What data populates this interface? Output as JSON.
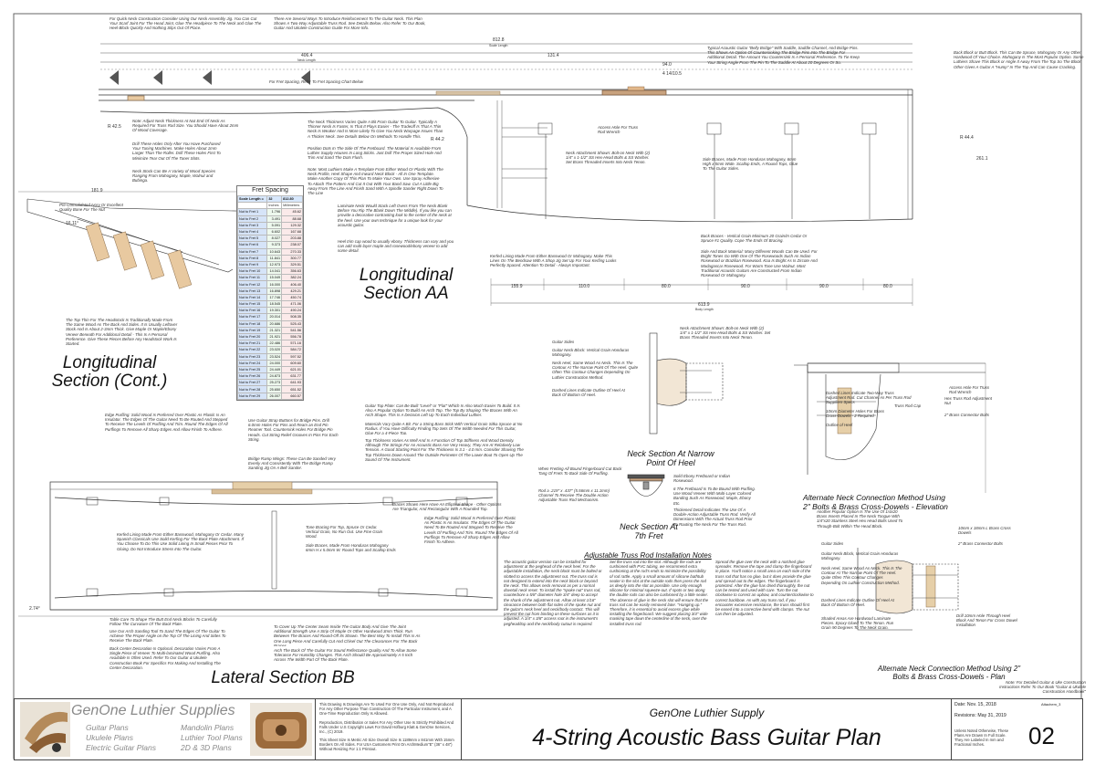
{
  "titles": {
    "longitudinal_aa": "Longitudinal Section AA",
    "longitudinal_cont": "Longitudinal Section (Cont.)",
    "lateral_bb": "Lateral Section BB",
    "neck_narrow": "Neck Section At Narrow Point Of Heel",
    "neck_7th": "Neck Section At 7th Fret",
    "alt_elev": "Alternate Neck Connection Method Using 2\" Bolts & Brass Cross-Dowels - Elevation",
    "alt_plan": "Alternate Neck Connection Method Using 2\" Bolts & Brass Cross-Dowels - Plan",
    "truss_heading": "Adjustable Truss Rod Installation Notes"
  },
  "fret_table": {
    "title": "Fret Spacing",
    "scale_label": "Scale Length =",
    "scale_in": "32",
    "scale_mm": "812.80",
    "units": [
      "Inches",
      "Millimeters"
    ],
    "rows": [
      [
        "Nut to Fret 1",
        "1.796",
        "45.62"
      ],
      [
        "Nut to Fret 2",
        "3.491",
        "88.68"
      ],
      [
        "Nut to Fret 3",
        "5.091",
        "129.32"
      ],
      [
        "Nut to Fret 4",
        "6.602",
        "167.68"
      ],
      [
        "Nut to Fret 5",
        "8.027",
        "203.88"
      ],
      [
        "Nut to Fret 6",
        "9.373",
        "238.07"
      ],
      [
        "Nut to Fret 7",
        "10.643",
        "270.33"
      ],
      [
        "Nut to Fret 8",
        "11.841",
        "300.77"
      ],
      [
        "Nut to Fret 9",
        "12.973",
        "329.51"
      ],
      [
        "Nut to Fret 10",
        "14.041",
        "356.63"
      ],
      [
        "Nut to Fret 11",
        "15.049",
        "382.24"
      ],
      [
        "Nut to Fret 12",
        "16.000",
        "406.40"
      ],
      [
        "Nut to Fret 13",
        "16.898",
        "429.21"
      ],
      [
        "Nut to Fret 14",
        "17.746",
        "450.74"
      ],
      [
        "Nut to Fret 15",
        "18.545",
        "471.06"
      ],
      [
        "Nut to Fret 16",
        "19.301",
        "490.24"
      ],
      [
        "Nut to Fret 17",
        "20.014",
        "508.35"
      ],
      [
        "Nut to Fret 18",
        "20.686",
        "525.43"
      ],
      [
        "Nut to Fret 19",
        "21.321",
        "541.56"
      ],
      [
        "Nut to Fret 20",
        "21.921",
        "556.78"
      ],
      [
        "Nut to Fret 21",
        "22.486",
        "571.16"
      ],
      [
        "Nut to Fret 22",
        "23.020",
        "584.72"
      ],
      [
        "Nut to Fret 23",
        "23.524",
        "597.52"
      ],
      [
        "Nut to Fret 24",
        "24.000",
        "609.60"
      ],
      [
        "Nut to Fret 25",
        "24.449",
        "621.01"
      ],
      [
        "Nut to Fret 26",
        "24.873",
        "631.77"
      ],
      [
        "Nut to Fret 27",
        "25.273",
        "641.93"
      ],
      [
        "Nut to Fret 28",
        "25.650",
        "651.52"
      ],
      [
        "Nut to Fret 29",
        "26.007",
        "660.57"
      ]
    ]
  },
  "dimensions": {
    "top_overall": "812.8",
    "top_overall_sub": "Scale Length",
    "top_neck": "406.4",
    "top_neck_sub": "Neck Length",
    "top_body": "131.4",
    "dim_94": "94.0",
    "dim_4_14": "4 14/10.5",
    "r_42_5": "R 42.5",
    "r_44_2": "R 44.2",
    "r_44_4": "R 44.4",
    "dim_261": "261.1",
    "dim_181": "181.9",
    "dim_16_11": "16.11°",
    "dim_2_74": "2.74°",
    "bottom_dims": [
      "155.9",
      "110.0",
      "80.0",
      "90.0",
      "90.0",
      "80.0"
    ],
    "bottom_total": "613.9",
    "bottom_total_sub": "Body Length"
  },
  "notes": {
    "n_headstock": "For Quick Neck Construction Consider Using Our Neck Assembly Jig. You Can Cut Your Scarf Joint For The Head Joint, Glue The Headpiece To The Neck and Glue The Heel-Block Quickly And Nothing Slips Out Of Place.",
    "n_reinforce": "There Are Several Ways To Introduce Reinforcement To The Guitar Neck. This Plan Shows A Two-Way Adjustable Truss Rod. See Details Below. Also Refer To Our Book, Guitar And Ukulele Construction Guide For More Info.",
    "n_fret_line": "For Fret Spacing, Refer To Fret Spacing Chart Below",
    "n_bridge": "Typical Acoustic Guitar \"Belly Bridge\" With Saddle, Saddle Channel, And Bridge Pins. This Shows An Option Of Countersinking The Bridge Pins Into The Bridge For Additional Detail. The Amount You Countersink Is A Personal Preference. To Tie Keep Your String Angle From The Pin To The Saddle At About 20 Degrees Or So.",
    "n_backblock": "Back Block or Butt Block. This Can Be Spruce, Mahogany Or Any Other Hardwood Of Your Choice. Mahogany Is The Most Popular Option. Some Luthiers Shave This Block or Angle It Away From The Top So The Block Other Gives A Guitar A \"Hump\" In The Top And Can Cause Cracking.",
    "n_truss_end": "Note: Adjust Neck Thickness At Nut End Of Neck As Required For Truss Rod Size. You Should Have About 2mm Of Wood Coverage.",
    "n_holes": "Drill These Holes Only After You Have Purchased Your Tuning Machines. Make Holes About 1mm Larger Than The Roller. Drill These Holes First To Minimize Tear Out Of The Tuner Slots.",
    "n_neck_stock": "Neck Stock Can Be A Variety of Wood Species Ranging From Mahogany, Maple, Walnut and Bubinga.",
    "n_neck_thickness": "The Neck Thickness Varies Quite A Bit From Guitar To Guitar. Typically A Thinner Neck Is Faster, Is That It Plays Easier - The Tradeoff Is That A Thin Neck Is Weaker And Is More Likely To Give You Neck Warpage Issues Than A Thicker Neck. See Details Below On Methods To Handle This.",
    "n_position_dots": "Position Dots In The Side Of The Fretboard. The Material Is Available From Luthier Supply Houses In Long Sticks. Just Drill The Proper Sized Hole And Trim And Sand The Dots Flush.",
    "n_template": "Note: Most Luthiers Make A Template From Either Wood Or Plastic With The Neck Profile, Heel Shape And Inward Neck Block - All In One Template. Make Another Copy Of This Plan To Make Your Own. Use Spray Adhesive To Attach The Pattern And Cut It Out With Your Band Saw. Cut A Little Big Away From The Line And Finish Sand With A Spindle Sander Right Down To The Line",
    "n_access": "Access Hole For Truss Rod Wrench",
    "n_neck_attach": "Neck Attachment Shown: Bolt-on Neck With (2) 1/4\" x 1-1/2\" SS Hex-Head Bolts & SS Washer. Set Brass Threaded Inserts Into Neck Tenon.",
    "n_laminate": "Laminate Neck Would Stack Left Overs From The Neck Blank Before You Rip The Blank Down The Middle). If you like you can provide a decorative contrasting look to the center of the neck at the heel. Use your own technique for a unique look for your acoustic guitar.",
    "n_heel_cap": "Heel trim cap wood to usually ebony. Thickness can vary and you can add multi-layer maple and rosewood/ebony veneer to add some detail.",
    "n_kerfed": "Kerfed Lining Made From Either Basswood Or Mahogany. Make This Lines On The Bendsaw With A Shop Jig Set Up For Your Kerfing Looks Perfectly Spaced. Attention To Detail - Always Important.",
    "n_side_braces": "Side Braces, Made From Honduras Mahogany, 6mm High x 5mm Wide. Scallop Ends, A Round Tops, Glue To The Guitar Sides.",
    "n_back_braces": "Back Braces - Vertical Grain Minimum 20 Grain/In Cedar Or Spruce #1 Quality. Cope The Ends Of Bracing.",
    "n_sides": "Side And Back Material: Many Different Woods Can Be Used. For Bright Tones Go With One Of The Rosewoods Such As Indian Rosewood or Brazilian Rosewood. Koa Is Bright As Is Zircote And Madagascar Rosewood. For Warm Tone Use Walnut. Most Traditional Acoustic Guitars Are Constructed From Indian Rosewood Or Mahogany.",
    "n_bone": "Pre-Consolidated Ivory Or Excellent Quality Bone For The Nut",
    "n_top_thin": "The Top Thin For The Headstock Is Traditionally Made From The Same Wood As The Back And Sides. It Is Usually Leftover Stock And Is About 2-3mm Thick. Give Maple Or Maple/Ebony Veneer Beneath For Additional Detail - This Is A Personal Preference. Give These Pieces Before Any Headstock Work Is Started.",
    "n_guitar_sides": "Guitar Sides",
    "n_guitar_neck_block": "Guitar Neck Block: Vertical Grain Honduras Mahogany.",
    "n_neck_heel": "Neck Heel, Same Wood As Neck. This Is The Contour At The Narrow Point Of The Heel. Quite Often This Contour Changes Depending On Luthier Construction Method.",
    "n_dashed_outline": "Dashed Lines Indicate Outline Of Heel At Back Of Bottom Of Heel.",
    "n_edge_purfling": "Edge Purfling: Solid Wood Is Preferred Over Plastic As Plastic Is An Insulator. The Edges Of The Guitar Need To Be Routed And Stepped To Receive The Levels Of Purfling And Trim. Round The Edges Of All Purflings To Remove All Sharp Edges And Allow Finish To Adhere.",
    "n_spruce_strips": "Use Guitar Strap Buttons for Bridge Pins. Drill 6.0mm Holes For Pins and Ream an End Pin Reamer Tool. Countersink Holes For Bridge Pin Heads. Cut String Relief Grooves In Pins For Each String.",
    "n_bridge_ramp": "Bridge Ramp Wings: These Can Be Sanded Very Evenly And Consistently With The Bridge Ramp Sanding Jig On A Belt Sander.",
    "n_guitar_top": "Guitar Top Plate: Can Be Built \"Level\" or \"Flat\" Which Is Also Much Easier To Build. It Is Also A Popular Option To Build An Arch Top. The Top By Shaping The Braces With An Arch Shape. This Is A Decision Left Up To Each Individual Luthier.",
    "n_materials": "Materials Vary Quite A Bit. For a String Bass Stick With Vertical Grain Sitka Spruce at No Radius. If You Have Difficulty Finding Top Sets Of The Width Needed For This Guitar, Glue For a 4-Piece Top.",
    "n_top_thickness": "Top Thickness Varies As Well And Is A Function Of Top Stiffness And Wood Density. Although The Strings For An Acoustic Bass Are Very Heavy, They Are At Relatively Low Tension. A Good Starting Point For The Thickness Is 3.1 - 4.0 mm. Consider Shaving The Top Thickness Down Around The Outside Perimeter Of The Lower Bout To Open Up The Sound Of The Instrument.",
    "n_tone_bracing": "Tone Bracing For Top, Spruce Or Cedar. Vertical Grain, No Run Out. Use Fine Grain Wood.",
    "n_side_braces2": "Side Braces, Made From Honduras Mahogany 6mm H x 5.0mm W. Round Tops and Scallop Ends",
    "n_braces_shown": "Braces Shown Here Have An Elliptical Shape - Other Options Are Triangular, And Rectangular With A Rounded Top.",
    "n_kerfed_lining2": "Kerfed Lining Made From Either Basswood, Mahogany Or Cedar. Many Spanish Classicals Use Solid Kerfing For The Back Plate Attachment. If You Choose To Do This Use Solid Lining In Small Pieces Prior To Gluing. Do Not Introduce Stress Into The Guitar.",
    "n_edge_purfling2": "Edge Purfling: Solid Wood Is Preferred Over Plastic As Plastic Is An Insulator. The Edges Of The Guitar Need To Be Routed And Stepped To Receive The Levels Of Purfling And Trim. Round The Edges Of All Purflings To Remove All Sharp Edges And Allow Finish To Adhere.",
    "n_fretboard": "When Fretting All Bound Fingerboard Cut Back Tang Of Frets To Back Side Of Purfling.",
    "n_rod": "Rod a .219\" x .437\" (5.56mm x 11.1mm) Channel To Receive The Double Action Adjustable Truss Rod Mechanism.",
    "n_ebony": "Solid Ebony Fretboard or Indian Rosewood.",
    "n_fretboard_bind": "6 The Fretboard Is To Be Bound With Purfling. Use Wood Veneer With Multi-Layer Colored Banding Such As Rosewood, Maple, Ebony Etc.",
    "n_thick_detail": "Thickened Detail Indicates The Use Of A Double-Action Adjustable Truss Rod. Verify All Dimensions With The Actual Truss Rod Prior To Routing The Neck For The Truss Rod.",
    "n_truss_body1": "The acoustic guitar version can be installed for adjustment at the peghead of the neck heel. For the adjustable installation, the neck block must be bolted or slotted to access the adjustment nut. The truss rod is not designed to extend into the neck block or beyond the neck. This allows neck removal as per a normal dovetail neck reset. To install the \"spoke nut\" truss rod, counterbore a 5/8\" diameter hole 3/4\" deep to accept the shank of the adjustment nut. Allow at least 1/16\" clearance between both flat sides of the spoke nut and the guitar's neck heel and neck/body contact. This will prevent the nut from binding on these surfaces as it is adjusted. A 1/4\" x 3/8\" access root in the instrument's peghead/top and the neck/body cutout is required.",
    "n_truss_body2": "Set the truss rod into the slot. Although the rods are cushioned with PVC tubing, we recommend extra cushioning at the rod's ends to minimize the possibility of rod rattle. Apply a small amount of silicone bathtub sealer in the slot at the outside rods then press the rod as deeply into the slot as possible. Use only enough silicone for minimal squeeze-out. If spots or two along the double rods can also be cushioned by a little sealer. The absence of glue in the neck slot will ensure that the truss rod can be easily removed later. \"Hanging up.\" Therefore, it is essential to avoid excess glue while installing the fingerboard. We suggest placing 3/4\" wide masking tape down the centerline of the neck, over the installed truss rod.",
    "n_truss_body3": "Spread the glue over the neck with a notched glue spreader. Remove the tape and clamp the fingerboard in place. You'll notice a small area on each side of the truss rod that has no glue, but it does provide the glue and spread out to the edges. The fingerboard is protected. After the glue has dried thoroughly, the nut can be tested and used with care. Turn the nut clockwise to correct an upbow, and counterclockwise to correct backbow. As with any truss rod, if you encounter excessive resistance, the truss should first be eased into a corrective bend with clamps. The nut can then be adjusted.",
    "n_alt_access": "Access Hole For Truss Rod Wrench",
    "n_hex": "Hex Truss Rod Adjustment Nut",
    "n_truss_rod_cap": "Truss Rod Cap",
    "n_10mm": "10mm Diameter Holes For Brass Cross-Dowels - 2 Required",
    "n_2in_bolts": "2\" Brass Connector Bolts",
    "n_outline_heel": "Outline of Heel",
    "n_dashed_lines": "Dashed Lines Indicate Two-Way Truss Adjustment Rod. Cut Channel As Per Truss Rod Suppliers Specs",
    "n_alt_another": "Another Popular Option Is The Use Of 1/4x20 Brass Inserts Placed In The Neck Tongue With 1/4\"x20 Stainless Steel Hex Head Bolts Used To Through-Bolt Within The Head Block.",
    "n_10mm_dowel": "10mm x 18mm L Brass Cross Dowels",
    "n_2in_bolts2": "2\" Brass Connector Bolts",
    "n_sides2": "Guitar Sides",
    "n_neck_block2": "Guitar Neck Block, Vertical Grain Honduras Mahogany.",
    "n_heel2": "Neck Heel, Same Wood As Neck. This Is The Contour At The Narrow Point Of The Heel. Quite Often This Contour Changes Depending On Luthier Construction Method.",
    "n_dashed_heel2": "Dashed Lines Indicate Outline Of Heel At Back Of Bottom Of Heel.",
    "n_shaded_heel": "Shaded Areas Are Hardwood Laminate Pieces. Epoxy Glued To The Tenon. Run Grain 90 Degrees To The Neck Grain.",
    "n_drill": "Drill 10mm Hole Through Heel Block And Tenon For Cross Dowel Installation",
    "n_table_saw": "Table Care To Shape The Butt End Neck Blocks To Carefully Follow The Curvature Of The Back Plate.",
    "n_sanding": "Use Our Arch Sanding Tool To Sand The Edges Of The Guitar To Achieve The Proper Angle on the Top Of The Lining And Sides To Receive The Back Plate.",
    "n_center_deco": "Back Center Decoration Is Optional. Decoration Varies From A Single Piece of Veneer To Multi-laminated Wood Purfling. Also Available Is Often Used. Refer To Our Guitar & Ukulele Construction Book For Specifics For Making And Installing The Center Decoration.",
    "n_cover_seam": "To Cover Up The Center Seam Inside The Guitar Body And Give The Joint Additional Strength Use A Strip Of Maple Or Other Hardwood 3mm Thick. Run Between The Braces And Round-Off Its Shown. The Best Way To Install This Is As One Long Piece And Carefully Cut And Chisel Out The Clearances For The Back Braces.",
    "n_arch": "Arch The Back Of The Guitar For Sound Reflectance Quality And To Allow Some Tolerance For Humidity Changes. This Arch Should Be Approximately A 5 Inch Across The Width Part Of The Back Plate.",
    "n_note_right": "Note: For Detailed Guitar & Uke Construction Instructions Refer To Our Book \"Guitar & Ukulele Construction Handbook\""
  },
  "title_block": {
    "brand": "GenOne Luthier Supplies",
    "links": [
      "Guitar Plans",
      "Mandolin Plans",
      "Ukulele Plans",
      "Luthier Tool Plans",
      "Electric Guitar Plans",
      "2D & 3D Plans"
    ],
    "legal1": "This Drawing Is Drawings Are To Used For One Use Only, And Not Reproduced For Any Other Purpose Than Construction Of The Particular Instrument, and A One-Time Reproduction Only Is Allowed.",
    "legal2": "Reproduction, Distribution or Sales For Any Other Use Is Strictly Prohibited And Falls Under U.S Copyright Laws For David Hofburg Klatt & GenOne Services, Inc., (C) 2019.",
    "legal3": "This Sheet Size Is Metric A0 Size Overall Size Is 1189mm x 841mm With 15mm Borders On All Sides. For USA Customers Print On ArchMedium\"E\" (36\" x 48\") Without Resizing For 1:1 Printout.",
    "company": "GenOne Luthier Supply",
    "plan_title": "4-String Acoustic Bass Guitar Plan",
    "date": "Date: Nov. 15, 2018",
    "revisions": "Revisions: May 31, 2019",
    "attach": "Attachem_3",
    "units_note": "Unless Noted Otherwise, These Plans Are Drawn In Full Scale. They Are Labeled In mm and Fractional Inches.",
    "sheet": "02"
  }
}
